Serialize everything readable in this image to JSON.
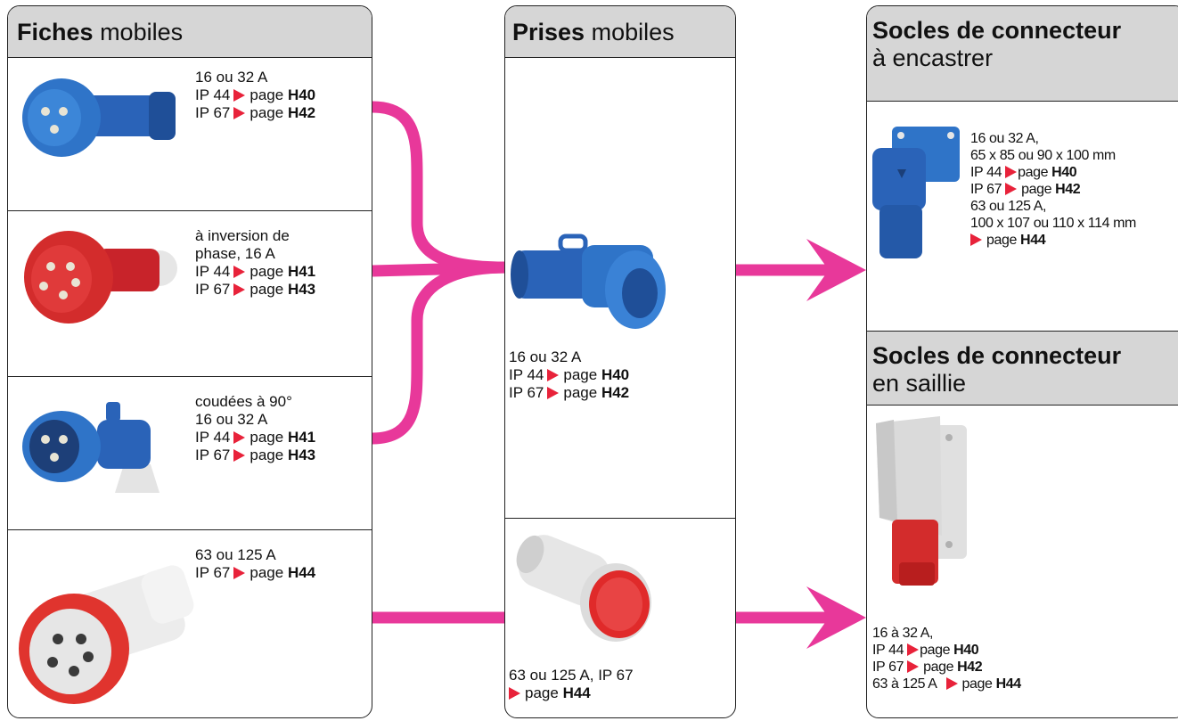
{
  "colors": {
    "wire": "#e8389a",
    "triangle": "#e8223a",
    "header_bg": "#d6d6d6",
    "blue": "#2b6fc0",
    "red": "#d42a2a"
  },
  "fiches": {
    "title_bold": "Fiches",
    "title_rest": "mobiles",
    "items": [
      {
        "image_icon": "blue-plug-icon",
        "l1": "16 ou 32 A",
        "l2a": "IP 44",
        "l2b": "page",
        "l2c": "H40",
        "l3a": "IP 67",
        "l3b": "page",
        "l3c": "H42"
      },
      {
        "image_icon": "red-plug-icon",
        "l0": "à inversion de",
        "l1": "phase, 16 A",
        "l2a": "IP 44",
        "l2b": "page",
        "l2c": "H41",
        "l3a": "IP 67",
        "l3b": "page",
        "l3c": "H43"
      },
      {
        "image_icon": "angled-blue-plug-icon",
        "l0": "coudées à 90°",
        "l1": "16 ou 32 A",
        "l2a": "IP 44",
        "l2b": "page",
        "l2c": "H41",
        "l3a": "IP 67",
        "l3b": "page",
        "l3c": "H43"
      },
      {
        "image_icon": "large-white-red-plug-icon",
        "l1": "63 ou 125 A",
        "l2a": "IP 67",
        "l2b": "page",
        "l2c": "H44"
      }
    ]
  },
  "prises": {
    "title_bold": "Prises",
    "title_rest": "mobiles",
    "items": [
      {
        "image_icon": "blue-socket-icon",
        "l1": "16 ou 32 A",
        "l2a": "IP 44",
        "l2b": "page",
        "l2c": "H40",
        "l3a": "IP 67",
        "l3b": "page",
        "l3c": "H42"
      },
      {
        "image_icon": "white-red-socket-icon",
        "l1": "63 ou 125 A, IP 67",
        "l2b": "page",
        "l2c": "H44"
      }
    ]
  },
  "socles_encastrer": {
    "title_bold": "Socles de connecteur",
    "title_rest": "à encastrer",
    "image_icon": "blue-panel-socket-icon",
    "l1": "16 ou 32 A,",
    "l2": "65 x 85 ou 90 x 100 mm",
    "l3a": "IP 44",
    "l3b": "page",
    "l3c": "H40",
    "l4a": "IP 67",
    "l4b": "page",
    "l4c": "H42",
    "l5": "63 ou 125 A,",
    "l6": "100 x 107 ou 110 x 114 mm",
    "l7b": "page",
    "l7c": "H44"
  },
  "socles_saillie": {
    "title_bold": "Socles de connecteur",
    "title_rest": "en saillie",
    "image_icon": "grey-red-wall-socket-icon",
    "l1": "16 à 32 A,",
    "l2a": "IP 44",
    "l2b": "page",
    "l2c": "H40",
    "l3a": "IP 67",
    "l3b": "page",
    "l3c": "H42",
    "l4a": "63 à 125 A",
    "l4b": "page",
    "l4c": "H44"
  }
}
